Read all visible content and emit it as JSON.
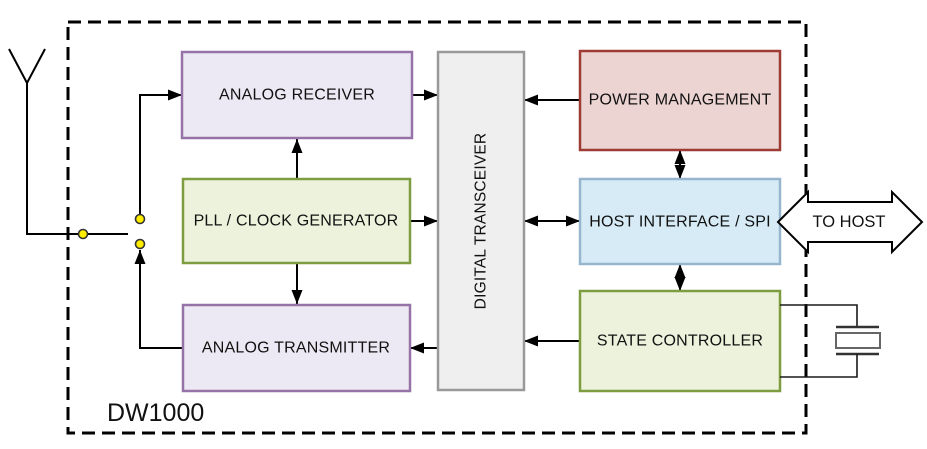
{
  "chip_label": "DW1000",
  "blocks": {
    "analog_receiver": {
      "label": "ANALOG RECEIVER",
      "fill": "#EDE9F4",
      "stroke": "#9673A6"
    },
    "pll_clock_generator": {
      "label": "PLL / CLOCK GENERATOR",
      "fill": "#EDF2DC",
      "stroke": "#7E9D40"
    },
    "analog_transmitter": {
      "label": "ANALOG TRANSMITTER",
      "fill": "#EDE9F4",
      "stroke": "#9673A6"
    },
    "digital_transceiver": {
      "label": "DIGITAL TRANSCEIVER",
      "fill": "#EFEFEF",
      "stroke": "#999999"
    },
    "power_management": {
      "label": "POWER MANAGEMENT",
      "fill": "#ECD4D2",
      "stroke": "#9E3B35"
    },
    "host_interface_spi": {
      "label": "HOST INTERFACE / SPI",
      "fill": "#D6EBF6",
      "stroke": "#97B5CC"
    },
    "state_controller": {
      "label": "STATE CONTROLLER",
      "fill": "#EDF2DC",
      "stroke": "#7E9D40"
    }
  },
  "external": {
    "to_host_label": "TO HOST"
  },
  "icons": {
    "antenna": "antenna-icon",
    "rf_switch": "rf-switch-dots",
    "crystal": "crystal-oscillator-icon",
    "to_host_arrow": "double-block-arrow"
  },
  "colors": {
    "background": "#FFFFFF",
    "wire": "#000000",
    "chip_border": "#000000",
    "switch_dot_fill": "#FFEE00",
    "switch_dot_stroke": "#333333",
    "crystal_body_fill": "#FFFFFF",
    "crystal_body_stroke": "#666666",
    "text": "#111111"
  }
}
